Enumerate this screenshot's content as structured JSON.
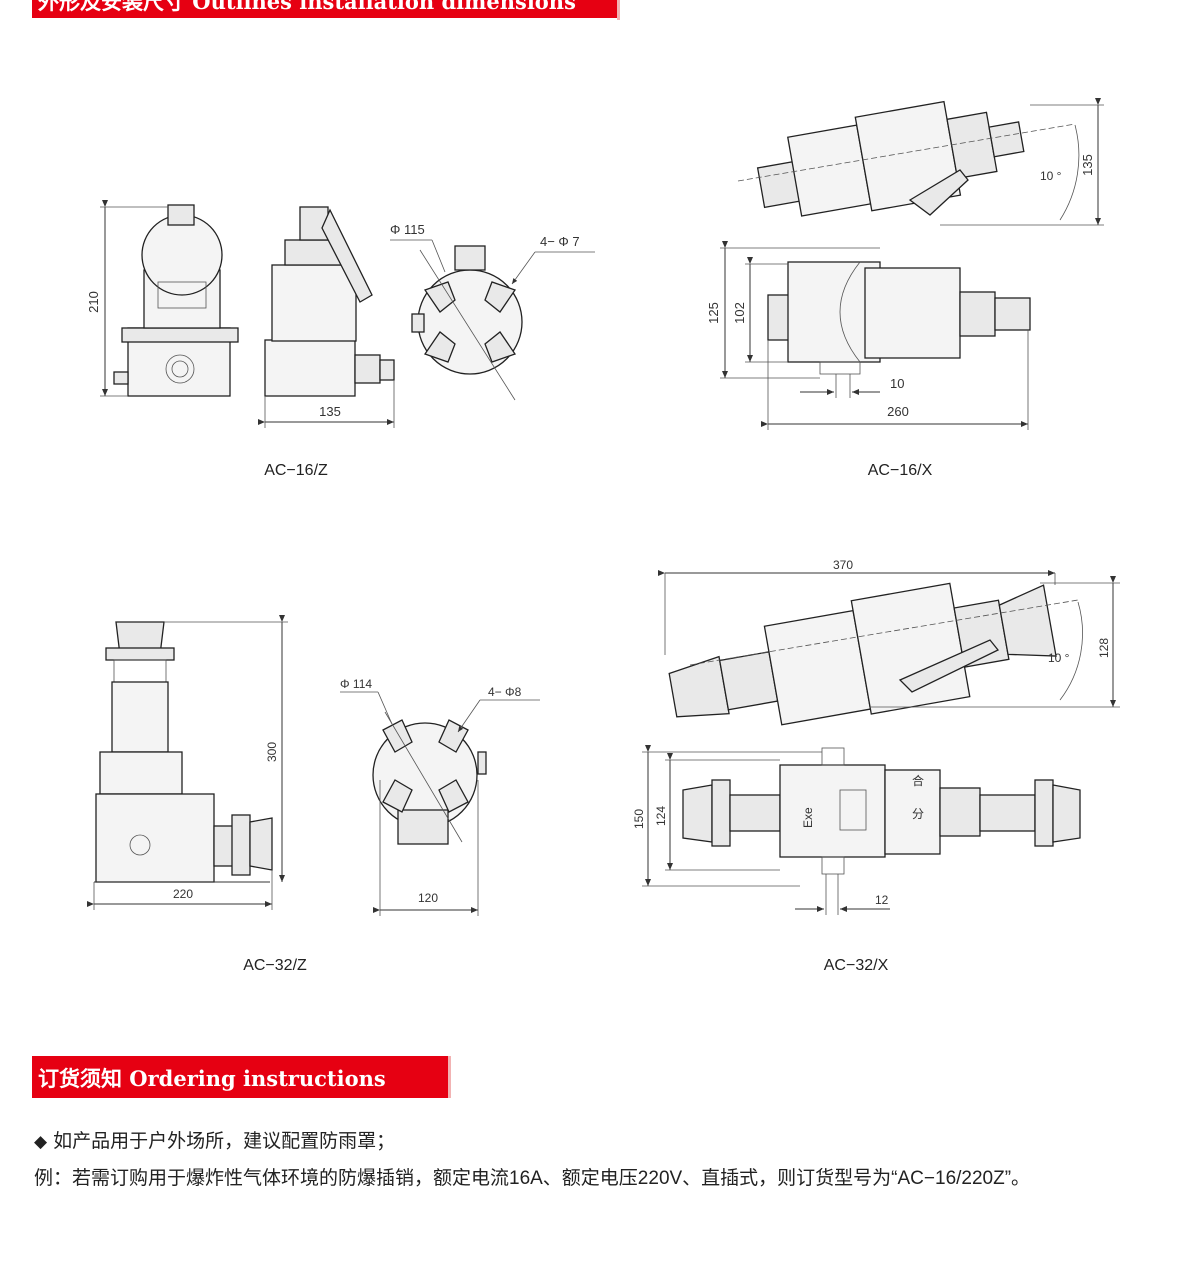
{
  "sections": {
    "outline_title": "外形及安装尺寸  Outlines  installation dimensions",
    "ordering_title": "订货须知  Ordering instructions"
  },
  "models": {
    "ac16z": "AC−16/Z",
    "ac16x": "AC−16/X",
    "ac32z": "AC−32/Z",
    "ac32x": "AC−32/X"
  },
  "dimensions": {
    "ac16z_height": "210",
    "ac16z_width": "135",
    "ac16z_flange_dia": "Φ 115",
    "ac16z_holes": "4− Φ 7",
    "ac16x_height_top": "135",
    "ac16x_angle": "10 °",
    "ac16x_h125": "125",
    "ac16x_h102": "102",
    "ac16x_offset": "10",
    "ac16x_length": "260",
    "ac32z_height": "300",
    "ac32z_width": "220",
    "ac32z_flange_dia": "Φ 114",
    "ac32z_holes": "4− Φ8",
    "ac32z_base": "120",
    "ac32x_length": "370",
    "ac32x_height_top": "128",
    "ac32x_angle": "10 °",
    "ac32x_h150": "150",
    "ac32x_h124": "124",
    "ac32x_offset": "12",
    "ac32x_label_exe": "Exe",
    "ac32x_label_he": "合",
    "ac32x_label_fen": "分"
  },
  "notes": {
    "bullet": "◆",
    "line1": "如产品用于户外场所，建议配置防雨罩；",
    "line2": "例：若需订购用于爆炸性气体环境的防爆插销，额定电流16A、额定电压220V、直插式，则订货型号为“AC−16/220Z”。"
  },
  "colors": {
    "banner": "#e60012",
    "text": "#222222"
  }
}
